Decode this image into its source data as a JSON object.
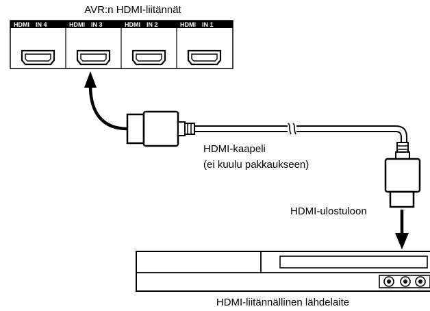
{
  "avr": {
    "title": "AVR:n HDMI-liitännät",
    "ports": [
      {
        "logo": "HDMI",
        "label": "IN 4"
      },
      {
        "logo": "HDMI",
        "label": "IN 3"
      },
      {
        "logo": "HDMI",
        "label": "IN 2"
      },
      {
        "logo": "HDMI",
        "label": "IN 1"
      }
    ],
    "connected_port": "IN 3"
  },
  "cable": {
    "label_line1": "HDMI-kaapeli",
    "label_line2": "(ei kuulu pakkaukseen)"
  },
  "output_label": "HDMI-ulostuloon",
  "source_device": {
    "label": "HDMI-liitännällinen lähdelaite"
  }
}
